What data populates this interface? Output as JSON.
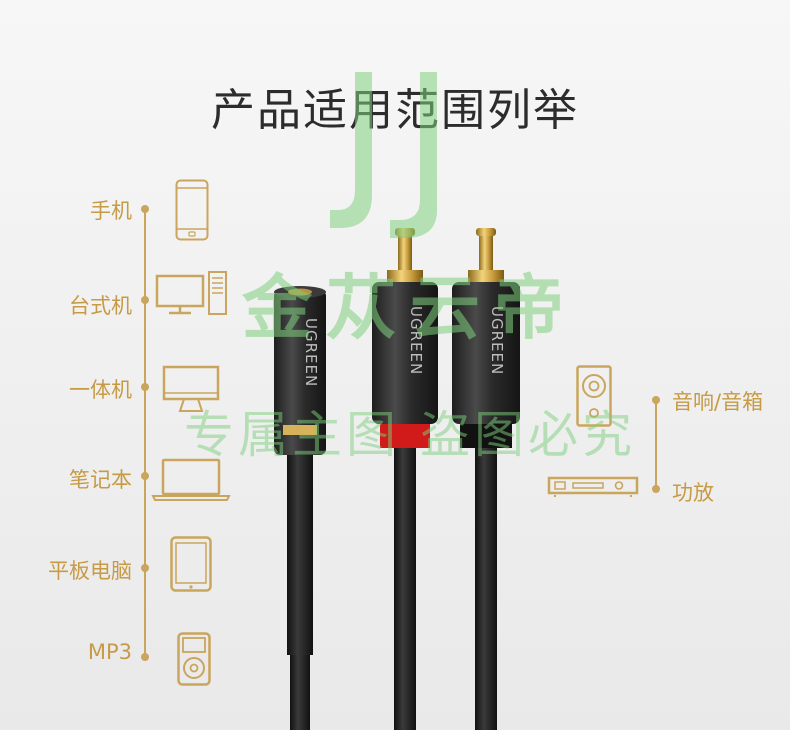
{
  "title": "产品适用范围列举",
  "brand_text": "UGREEN",
  "colors": {
    "gold": "#c9a55d",
    "gold_text": "#c79a45",
    "cable": "#2a2a2a",
    "red_ring": "#d11a1a",
    "watermark_green": "#7fd07f"
  },
  "left_devices": [
    {
      "label": "手机",
      "icon": "phone-icon"
    },
    {
      "label": "台式机",
      "icon": "desktop-icon"
    },
    {
      "label": "一体机",
      "icon": "all-in-one-icon"
    },
    {
      "label": "笔记本",
      "icon": "laptop-icon"
    },
    {
      "label": "平板电脑",
      "icon": "tablet-icon"
    },
    {
      "label": "MP3",
      "icon": "mp3-player-icon"
    }
  ],
  "right_devices": [
    {
      "label": "音响/音箱",
      "icon": "speaker-icon"
    },
    {
      "label": "功放",
      "icon": "amplifier-icon"
    }
  ],
  "watermark": {
    "line1": "金苁云帝",
    "line2": "专属主图 盗图必究"
  }
}
